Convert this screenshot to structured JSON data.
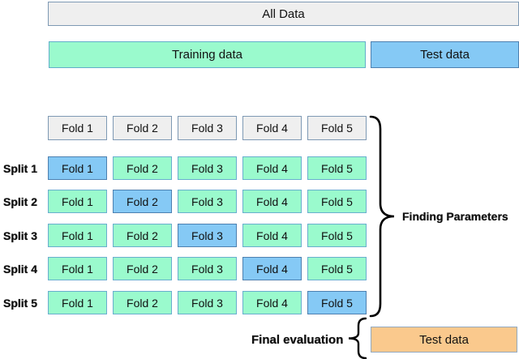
{
  "title_bar": {
    "all_data_label": "All Data"
  },
  "second_row": {
    "training_label": "Training data",
    "test_label": "Test data"
  },
  "fold_grid": {
    "header_folds": [
      "Fold 1",
      "Fold 2",
      "Fold 3",
      "Fold 4",
      "Fold 5"
    ],
    "splits": [
      {
        "label": "Split 1",
        "folds": [
          "Fold 1",
          "Fold 2",
          "Fold 3",
          "Fold 4",
          "Fold 5"
        ],
        "test_fold_index": 0
      },
      {
        "label": "Split 2",
        "folds": [
          "Fold 1",
          "Fold 2",
          "Fold 3",
          "Fold 4",
          "Fold 5"
        ],
        "test_fold_index": 1
      },
      {
        "label": "Split 3",
        "folds": [
          "Fold 1",
          "Fold 2",
          "Fold 3",
          "Fold 4",
          "Fold 5"
        ],
        "test_fold_index": 2
      },
      {
        "label": "Split 4",
        "folds": [
          "Fold 1",
          "Fold 2",
          "Fold 3",
          "Fold 4",
          "Fold 5"
        ],
        "test_fold_index": 3
      },
      {
        "label": "Split 5",
        "folds": [
          "Fold 1",
          "Fold 2",
          "Fold 3",
          "Fold 4",
          "Fold 5"
        ],
        "test_fold_index": 4
      }
    ]
  },
  "annotations": {
    "finding_parameters_label": "Finding Parameters",
    "final_evaluation_label": "Final evaluation",
    "final_test_data_label": "Test data"
  },
  "colors": {
    "training_green": "#9afacd",
    "test_blue": "#85c9f5",
    "neutral_gray": "#efefef",
    "final_test_orange": "#fac98d",
    "stroke_blue_gray": "#7e99b4",
    "brace_black": "#000000"
  }
}
